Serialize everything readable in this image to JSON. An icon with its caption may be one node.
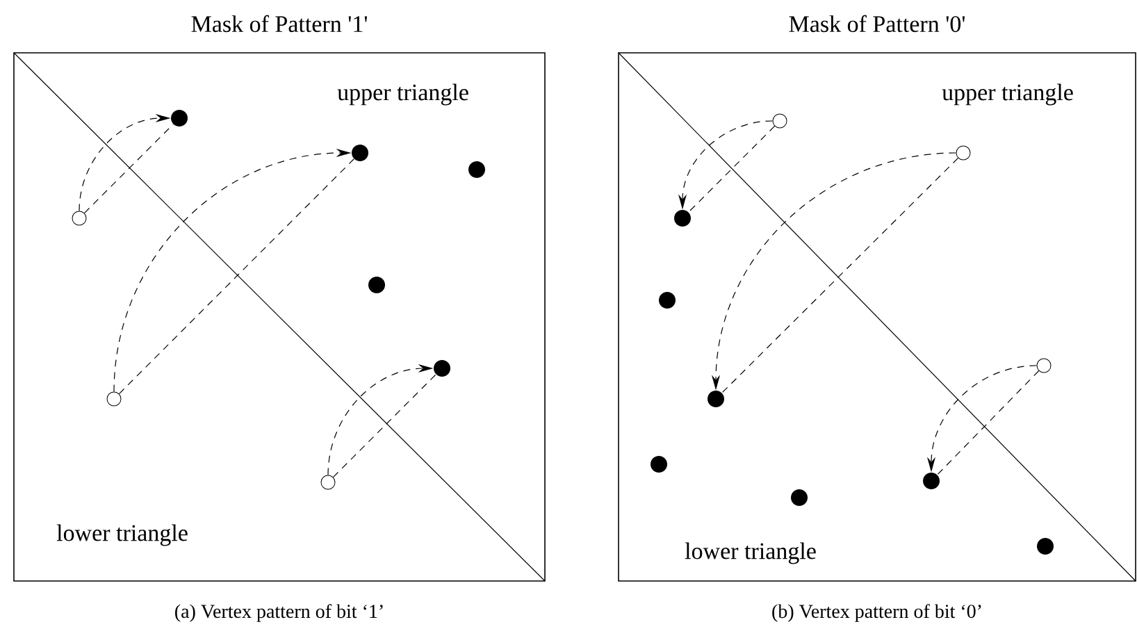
{
  "diagram": {
    "nodes": [
      {
        "text": [
          "Mask of Pattern '1'",
          "upper triangle",
          "lower triangle"
        ],
        "beside": [
          "(a) Vertex pattern of bit ‘1’"
        ]
      },
      {
        "text": [],
        "shape": "circle",
        "in": 0
      },
      {
        "text": [],
        "shape": "circle",
        "in": 0
      },
      {
        "text": [],
        "shape": "dot",
        "in": 0
      },
      {
        "text": [],
        "shape": "circle",
        "in": 0
      },
      {
        "text": [],
        "shape": "dot",
        "in": 0
      },
      {
        "text": [],
        "shape": "dot",
        "in": 0
      },
      {
        "text": [],
        "shape": "dot",
        "in": 0
      },
      {
        "text": [],
        "shape": "dot",
        "in": 0
      },
      {
        "text": [
          "Mask of Pattern '0'",
          "upper triangle",
          "lower triangle"
        ],
        "beside": [
          "(b) Vertex pattern of bit ‘0’"
        ]
      },
      {
        "text": [],
        "shape": "dot",
        "in": 9
      },
      {
        "text": [],
        "shape": "dot",
        "in": 9
      },
      {
        "text": [],
        "shape": "dot",
        "in": 9
      },
      {
        "text": [],
        "shape": "dot",
        "in": 9
      },
      {
        "text": [],
        "shape": "circle",
        "in": 9
      },
      {
        "text": [],
        "shape": "dot",
        "in": 9
      },
      {
        "text": [],
        "shape": "dot",
        "in": 9
      },
      {
        "text": [],
        "shape": "circle",
        "in": 9
      },
      {
        "text": [],
        "shape": "circle",
        "in": 9
      },
      {
        "text": [],
        "shape": "dot",
        "in": 9
      }
    ],
    "edges": [
      {
        "from": 1,
        "to": 3,
        "arrow": "to",
        "style": "dashed"
      },
      {
        "from": 1,
        "to": 3,
        "arrow": "none",
        "style": "dashed"
      },
      {
        "from": 2,
        "to": 5,
        "arrow": "to",
        "style": "dashed"
      },
      {
        "from": 2,
        "to": 5,
        "arrow": "none",
        "style": "dashed"
      },
      {
        "from": 4,
        "to": 7,
        "arrow": "to",
        "style": "dashed"
      },
      {
        "from": 4,
        "to": 7,
        "arrow": "none",
        "style": "dashed"
      },
      {
        "from": 14,
        "to": 12,
        "arrow": "to",
        "style": "dashed"
      },
      {
        "from": 14,
        "to": 12,
        "arrow": "none",
        "style": "dashed"
      },
      {
        "from": 17,
        "to": 13,
        "arrow": "to",
        "style": "dashed"
      },
      {
        "from": 17,
        "to": 13,
        "arrow": "none",
        "style": "dashed"
      },
      {
        "from": 18,
        "to": 16,
        "arrow": "to",
        "style": "dashed"
      },
      {
        "from": 18,
        "to": 16,
        "arrow": "none",
        "style": "dashed"
      }
    ]
  }
}
